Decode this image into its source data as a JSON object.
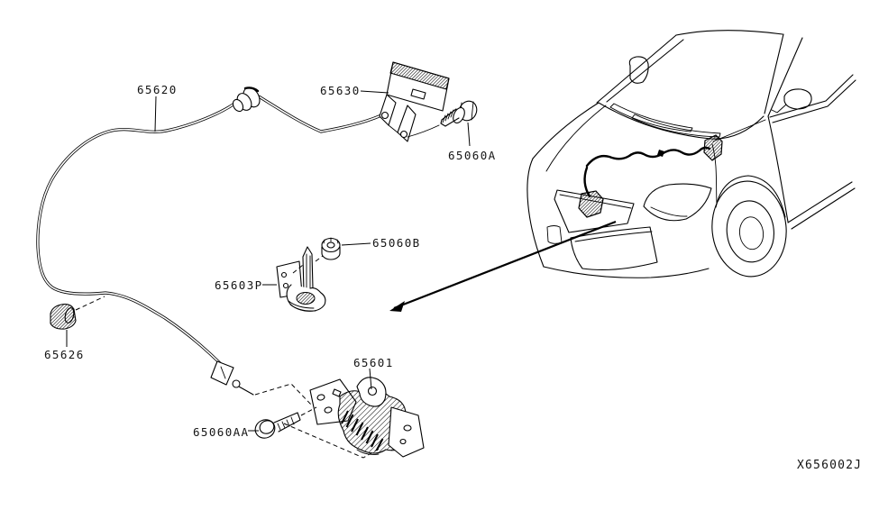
{
  "diagram": {
    "code": "X656002J",
    "colors": {
      "background": "#ffffff",
      "line": "#000000",
      "text": "#141414"
    },
    "parts": {
      "cable": {
        "label": "65620"
      },
      "opener": {
        "label": "65630"
      },
      "bolt_a": {
        "label": "65060A"
      },
      "grommet_b": {
        "label": "65060B"
      },
      "bracket": {
        "label": "65603P"
      },
      "clip": {
        "label": "65626"
      },
      "hood_lock": {
        "label": "65601"
      },
      "bolt_aa": {
        "label": "65060AA"
      }
    }
  }
}
